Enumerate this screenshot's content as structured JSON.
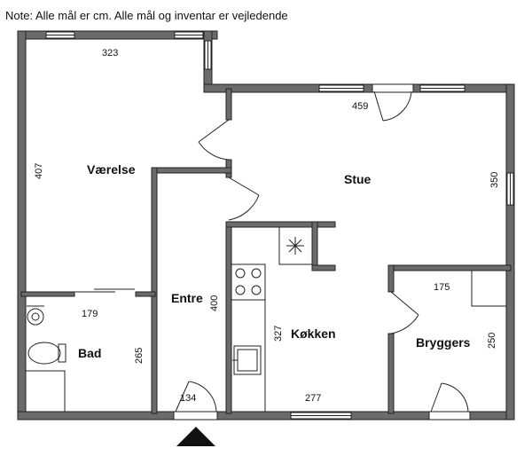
{
  "note": "Note: Alle mål er cm. Alle mål og inventar er vejledende",
  "rooms": {
    "vaerelse": "Værelse",
    "stue": "Stue",
    "entre": "Entre",
    "kokken": "Køkken",
    "bad": "Bad",
    "bryggers": "Bryggers"
  },
  "dimensions": {
    "vaerelse_width": "323",
    "vaerelse_depth": "407",
    "stue_width": "459",
    "stue_depth": "350",
    "entre_depth": "400",
    "entre_width": "134",
    "kokken_depth": "327",
    "kokken_width": "277",
    "bad_width": "179",
    "bad_depth": "265",
    "bryggers_width": "175",
    "bryggers_depth": "250"
  }
}
